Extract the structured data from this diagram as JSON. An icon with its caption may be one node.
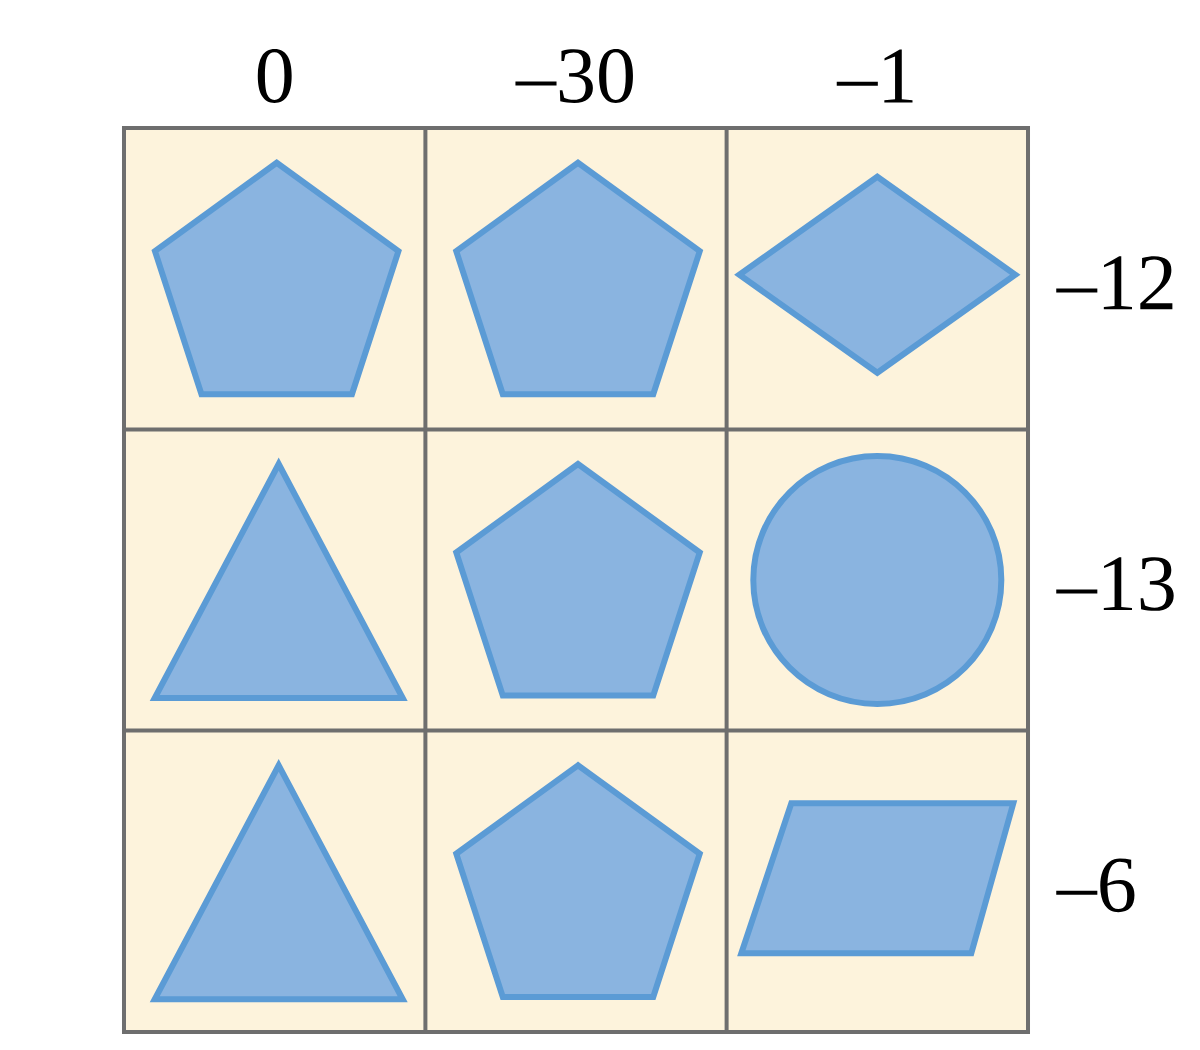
{
  "diagram": {
    "nodes": [
      {
        "text": [],
        "shape": "pentagon"
      },
      {
        "text": [],
        "shape": "pentagon"
      },
      {
        "text": [],
        "shape": "diamond"
      },
      {
        "text": [],
        "shape": "triangle"
      },
      {
        "text": [],
        "shape": "pentagon"
      },
      {
        "text": [],
        "shape": "circle"
      },
      {
        "text": [],
        "shape": "triangle"
      },
      {
        "text": [],
        "shape": "pentagon"
      },
      {
        "text": [],
        "shape": "parallelogram"
      }
    ],
    "labels": [
      "0",
      "–30",
      "–1",
      "–12",
      "–13",
      "–6"
    ]
  }
}
